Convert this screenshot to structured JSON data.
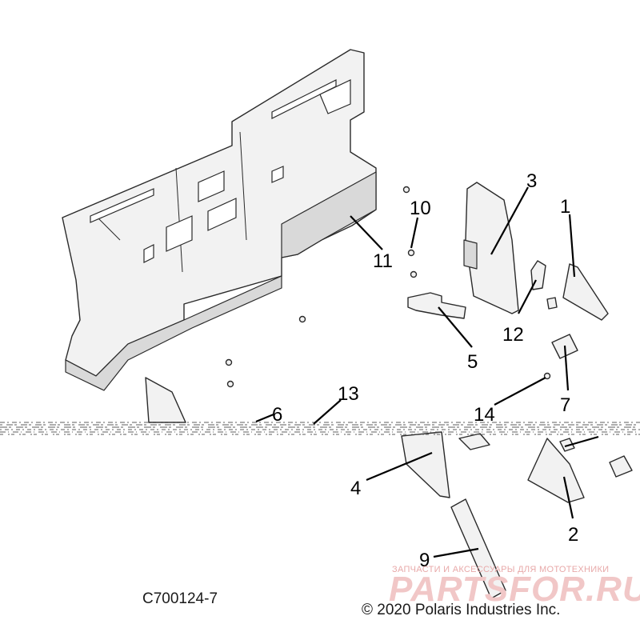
{
  "callouts": [
    "1",
    "2",
    "3",
    "4",
    "5",
    "6",
    "7",
    "9",
    "10",
    "11",
    "12",
    "13",
    "14"
  ],
  "drawing_id": "C700124-7",
  "copyright": "© 2020 Polaris Industries Inc.",
  "watermark": {
    "subtitle": "ЗАПЧАСТИ И АКСЕССУАРЫ ДЛЯ МОТОТЕХНИКИ",
    "brand": "PARTSFOR.RU"
  }
}
